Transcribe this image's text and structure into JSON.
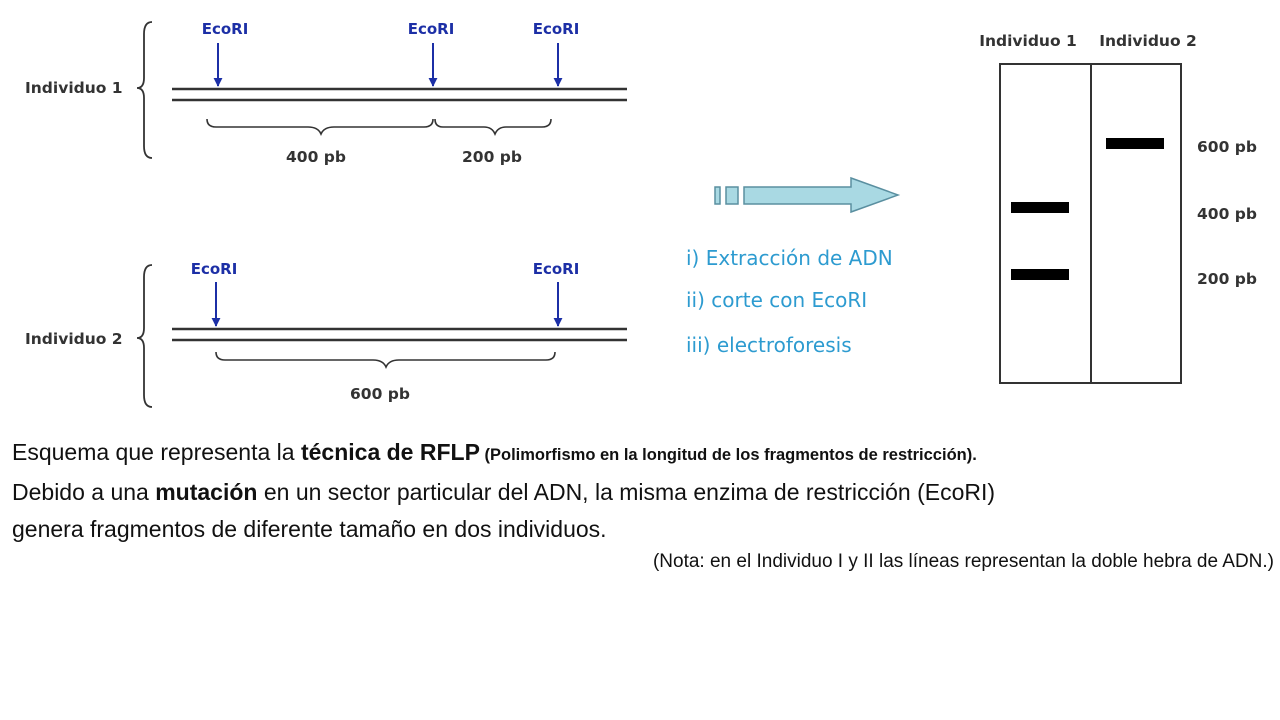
{
  "individual1": {
    "label": "Individuo 1",
    "sites": [
      "EcoRI",
      "EcoRI",
      "EcoRI"
    ],
    "fragments": [
      "400 pb",
      "200 pb"
    ]
  },
  "individual2": {
    "label": "Individuo 2",
    "sites": [
      "EcoRI",
      "EcoRI"
    ],
    "fragments": [
      "600 pb"
    ]
  },
  "steps": [
    "i) Extracción de ADN",
    "ii) corte con EcoRI",
    "iii) electroforesis"
  ],
  "gel": {
    "lanes": [
      "Individuo 1",
      "Individuo 2"
    ],
    "size_labels": [
      "600 pb",
      "400 pb",
      "200 pb"
    ],
    "bands": [
      {
        "lane": "Individuo 1",
        "size": "400 pb"
      },
      {
        "lane": "Individuo 1",
        "size": "200 pb"
      },
      {
        "lane": "Individuo 2",
        "size": "600 pb"
      }
    ]
  },
  "caption": {
    "line1_a": "Esquema que representa la ",
    "line1_b": "técnica de RFLP",
    "line1_c": " (Polimorfismo en la longitud de los fragmentos de restricción).",
    "line2_a": "Debido a una ",
    "line2_b": "mutación",
    "line2_c": " en un sector particular del ADN, la misma enzima de restricción (EcoRI)",
    "line3": "genera fragmentos de diferente tamaño en dos individuos.",
    "note": "(Nota: en el Individuo I y II las líneas representan la doble hebra de ADN.)"
  },
  "colors": {
    "enzyme_label": "#1c2fa6",
    "arrow_fill": "#a9d9e3",
    "arrow_stroke": "#5a8fa0",
    "steps_text": "#2d9bd0",
    "dna_line": "#333333",
    "band": "#000000"
  }
}
